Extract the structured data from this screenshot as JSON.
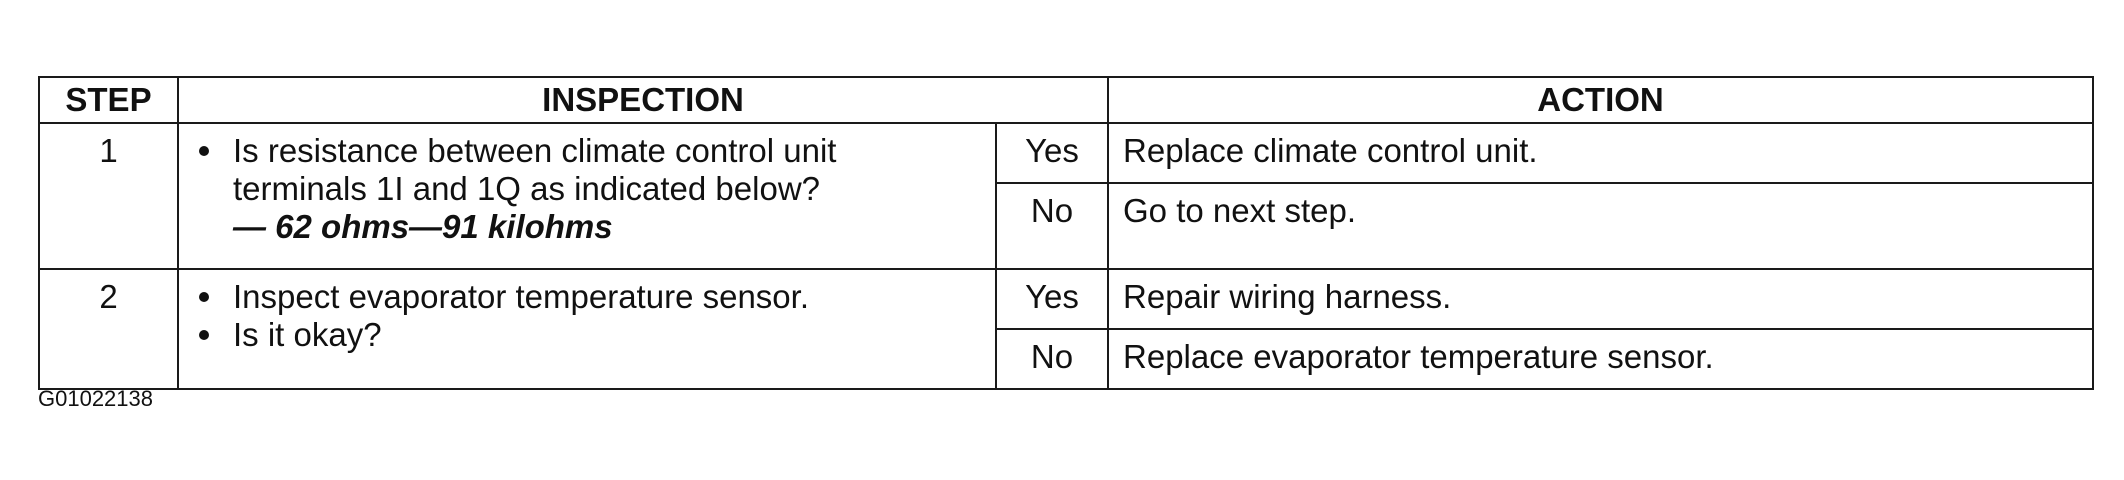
{
  "headers": {
    "step": "STEP",
    "inspection": "INSPECTION",
    "action": "ACTION"
  },
  "rows": [
    {
      "step": "1",
      "inspection_items": [
        "Is resistance between climate control unit terminals 1I and 1Q as indicated below?"
      ],
      "spec": "— 62 ohms—91 kilohms",
      "outcomes": [
        {
          "answer": "Yes",
          "action": "Replace climate control unit."
        },
        {
          "answer": "No",
          "action": "Go to next step."
        }
      ]
    },
    {
      "step": "2",
      "inspection_items": [
        "Inspect evaporator temperature sensor.",
        "Is it okay?"
      ],
      "outcomes": [
        {
          "answer": "Yes",
          "action": "Repair wiring harness."
        },
        {
          "answer": "No",
          "action": "Replace evaporator temperature sensor."
        }
      ]
    }
  ],
  "figure_id": "G01022138"
}
